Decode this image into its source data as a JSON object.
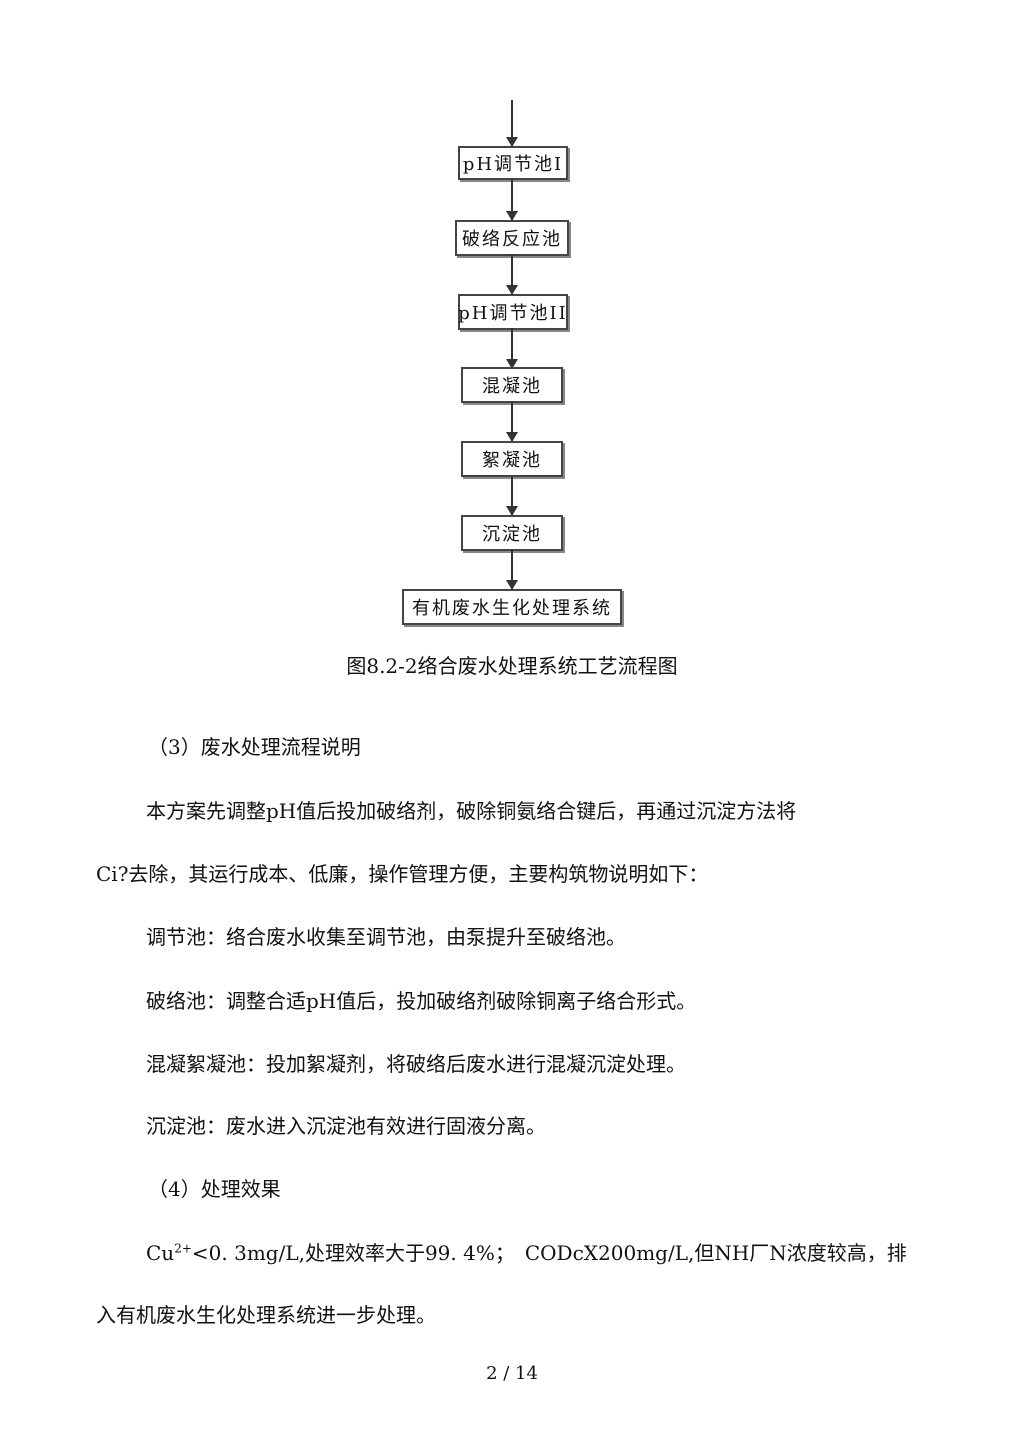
{
  "flowchart": {
    "steps": [
      "pH调节池I",
      "破络反应池",
      "pH调节池II",
      "混凝池",
      "絮凝池",
      "沉淀池",
      "有机废水生化处理系统"
    ],
    "caption": "图8.2-2络合废水处理系统工艺流程图"
  },
  "section3": {
    "heading": "（3）废水处理流程说明",
    "line1": "本方案先调整pH值后投加破络剂，破除铜氨络合键后，再通过沉淀方法将",
    "line2": "Ci?去除，其运行成本、低廉，操作管理方便，主要构筑物说明如下：",
    "items": [
      "调节池：络合废水收集至调节池，由泵提升至破络池。",
      "破络池：调整合适pH值后，投加破络剂破除铜离子络合形式。",
      "混凝絮凝池：投加絮凝剂，将破络后废水进行混凝沉淀处理。",
      "沉淀池：废水进入沉淀池有效进行固液分离。"
    ]
  },
  "section4": {
    "heading": "（4）处理效果",
    "line1_pre": "Cu",
    "line1_sup": "2+",
    "line1_post": "<0. 3mg/L,处理效率大于99. 4%；　CODcX200mg/L,但NH厂N浓度较高，排",
    "line2": "入有机废水生化处理系统进一步处理。"
  },
  "page_number": "2 / 14"
}
